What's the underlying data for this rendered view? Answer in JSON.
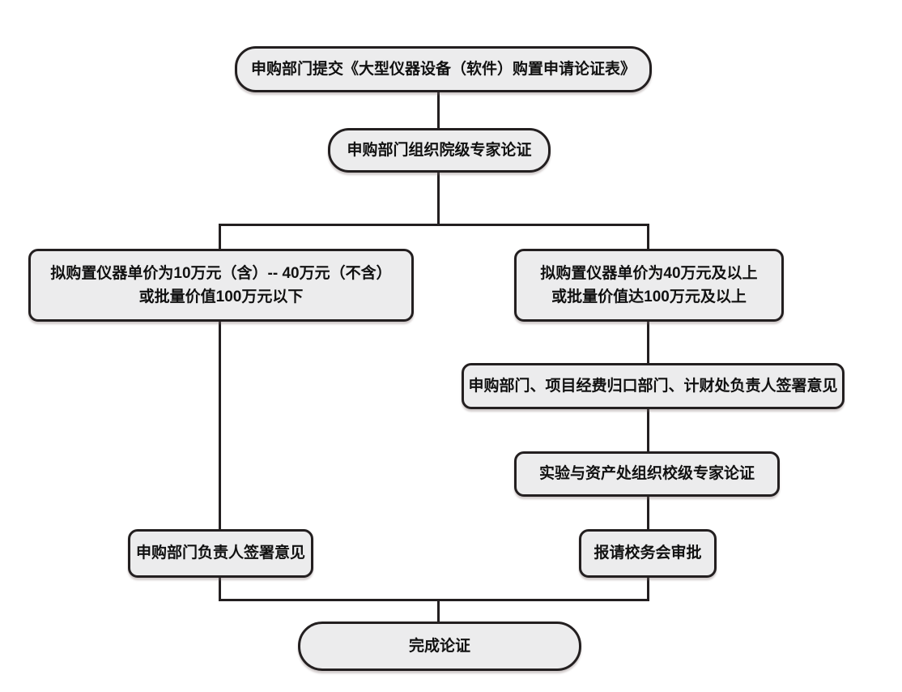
{
  "diagram": {
    "type": "flowchart",
    "colors": {
      "node_fill": "#ececed",
      "node_border": "#231f20",
      "connector": "#231f20",
      "text": "#111111",
      "background": "#ffffff"
    },
    "nodes": {
      "submit": {
        "label": "申购部门提交《大型仪器设备（软件）购置申请论证表》"
      },
      "college_review": {
        "label": "申购部门组织院级专家论证"
      },
      "low_price": {
        "line1": "拟购置仪器单价为10万元（含）-- 40万元（不含）",
        "line2": "或批量价值100万元以下"
      },
      "high_price": {
        "line1": "拟购置仪器单价为40万元及以上",
        "line2": "或批量价值达100万元及以上"
      },
      "dept_sign": {
        "label": "申购部门、项目经费归口部门、计财处负责人签署意见"
      },
      "school_expert": {
        "label": "实验与资产处组织校级专家论证"
      },
      "dept_head_sign": {
        "label": "申购部门负责人签署意见"
      },
      "council_approval": {
        "label": "报请校务会审批"
      },
      "complete": {
        "label": "完成论证"
      }
    },
    "edges": [
      "submit -> college_review",
      "college_review -> low_price",
      "college_review -> high_price",
      "low_price -> dept_head_sign",
      "high_price -> dept_sign",
      "dept_sign -> school_expert",
      "school_expert -> council_approval",
      "dept_head_sign -> complete",
      "council_approval -> complete"
    ]
  }
}
